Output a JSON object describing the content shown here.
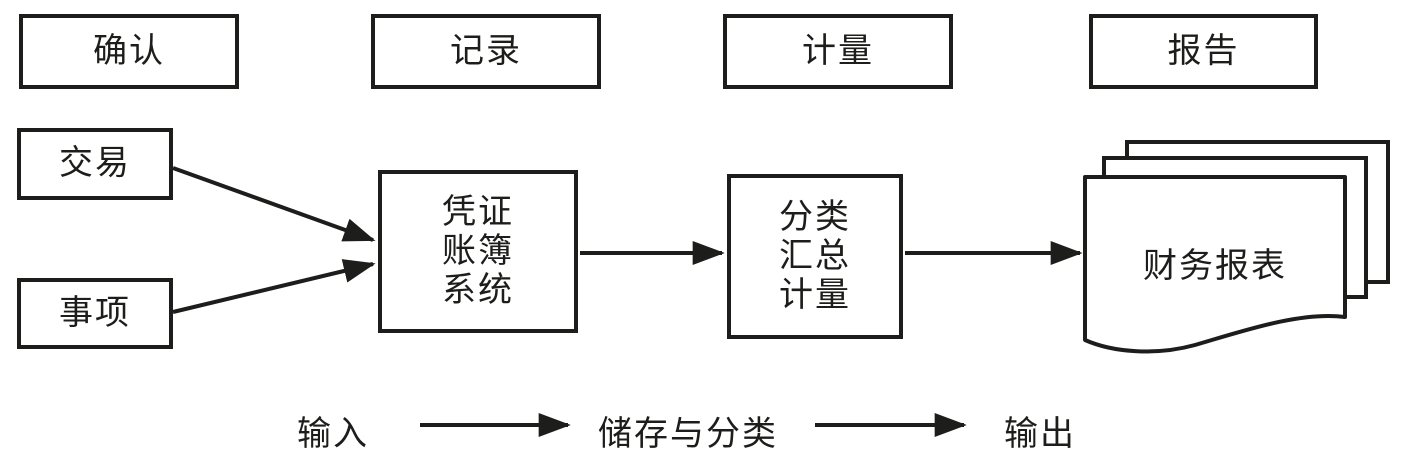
{
  "stages": [
    {
      "label": "确认"
    },
    {
      "label": "记录"
    },
    {
      "label": "计量"
    },
    {
      "label": "报告"
    }
  ],
  "sources": [
    {
      "label": "交易"
    },
    {
      "label": "事项"
    }
  ],
  "system_box": {
    "lines": [
      "凭证",
      "账簿",
      "系统"
    ]
  },
  "measure_box": {
    "lines": [
      "分类",
      "汇总",
      "计量"
    ]
  },
  "report": {
    "label": "财务报表"
  },
  "flow_labels": {
    "input": "输入",
    "store": "储存与分类",
    "output": "输出"
  },
  "colors": {
    "line": "#1d1d1b",
    "text": "#1d1d1b",
    "background": "#ffffff"
  }
}
